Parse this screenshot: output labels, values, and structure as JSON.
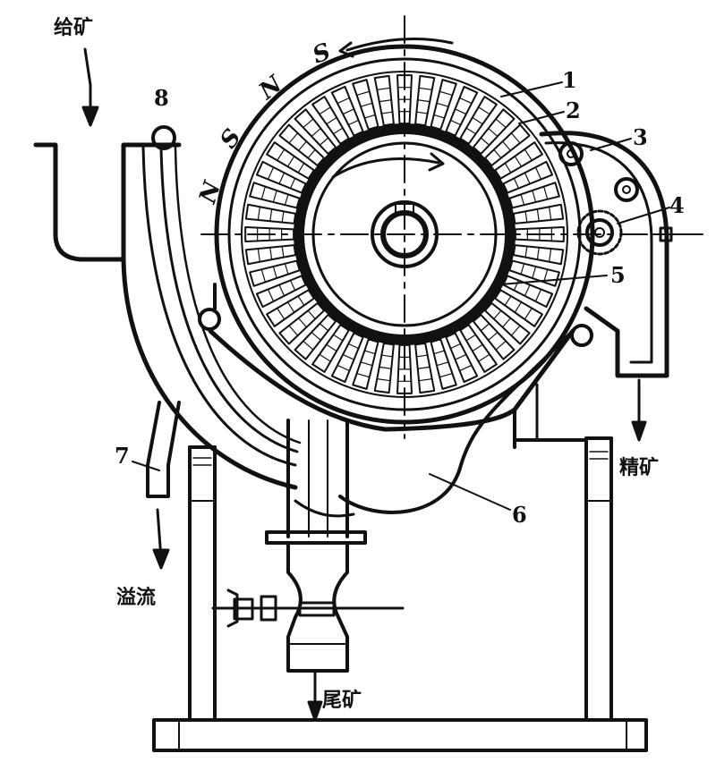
{
  "labels": {
    "feed": "给矿",
    "overflow": "溢流",
    "tailings": "尾矿",
    "concentrate": "精矿"
  },
  "poles": [
    "N",
    "S",
    "N",
    "S"
  ],
  "parts": [
    "1",
    "2",
    "3",
    "4",
    "5",
    "6",
    "7",
    "8"
  ],
  "colors": {
    "ink": "#111111",
    "paper": "#ffffff"
  }
}
